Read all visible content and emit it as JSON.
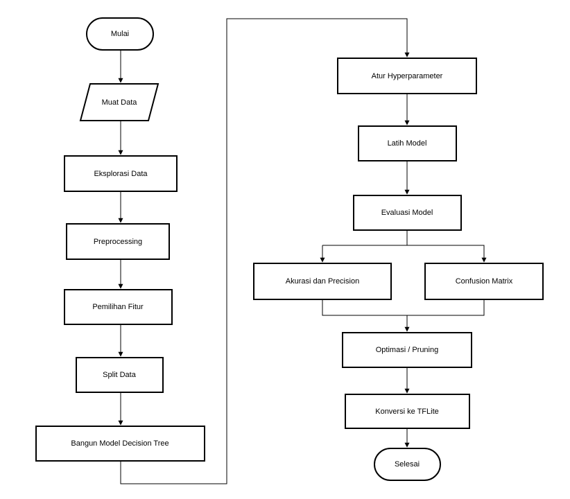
{
  "diagram": {
    "nodes": {
      "mulai": "Mulai",
      "muat_data": "Muat Data",
      "eksplorasi_data": "Eksplorasi Data",
      "preprocessing": "Preprocessing",
      "pemilihan_fitur": "Pemilihan Fitur",
      "split_data": "Split Data",
      "bangun_model": "Bangun Model Decision Tree",
      "atur_hyperparameter": "Atur Hyperparameter",
      "latih_model": "Latih Model",
      "evaluasi_model": "Evaluasi Model",
      "akurasi_precision": "Akurasi dan Precision",
      "confusion_matrix": "Confusion Matrix",
      "optimasi_pruning": "Optimasi / Pruning",
      "konversi_tflite": "Konversi ke TFLite",
      "selesai": "Selesai"
    },
    "edges": [
      [
        "mulai",
        "muat_data"
      ],
      [
        "muat_data",
        "eksplorasi_data"
      ],
      [
        "eksplorasi_data",
        "preprocessing"
      ],
      [
        "preprocessing",
        "pemilihan_fitur"
      ],
      [
        "pemilihan_fitur",
        "split_data"
      ],
      [
        "split_data",
        "bangun_model"
      ],
      [
        "bangun_model",
        "atur_hyperparameter"
      ],
      [
        "atur_hyperparameter",
        "latih_model"
      ],
      [
        "latih_model",
        "evaluasi_model"
      ],
      [
        "evaluasi_model",
        "akurasi_precision"
      ],
      [
        "evaluasi_model",
        "confusion_matrix"
      ],
      [
        "akurasi_precision",
        "optimasi_pruning"
      ],
      [
        "confusion_matrix",
        "optimasi_pruning"
      ],
      [
        "optimasi_pruning",
        "konversi_tflite"
      ],
      [
        "konversi_tflite",
        "selesai"
      ]
    ]
  }
}
